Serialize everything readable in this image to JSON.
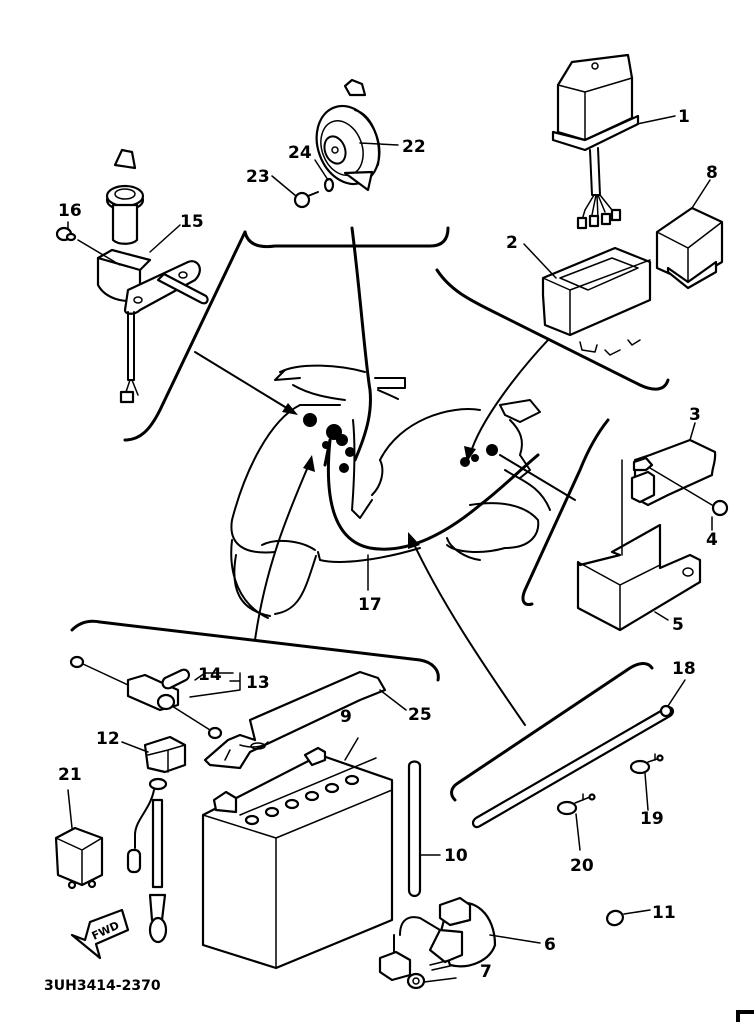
{
  "diagram": {
    "title": "Electrical parts exploded view",
    "drawing_code": "3UH3414-2370",
    "direction_marker": "FWD",
    "callouts": [
      {
        "number": "1",
        "part": "control-unit"
      },
      {
        "number": "2",
        "part": "unit-holder"
      },
      {
        "number": "3",
        "part": "starter-relay"
      },
      {
        "number": "4",
        "part": "screw"
      },
      {
        "number": "5",
        "part": "relay-bracket"
      },
      {
        "number": "6",
        "part": "rectifier-regulator"
      },
      {
        "number": "7",
        "part": "nut"
      },
      {
        "number": "8",
        "part": "relay"
      },
      {
        "number": "9",
        "part": "battery"
      },
      {
        "number": "10",
        "part": "breather-pipe"
      },
      {
        "number": "11",
        "part": "cap"
      },
      {
        "number": "12",
        "part": "fuse-holder"
      },
      {
        "number": "13",
        "part": "fuse-holder-assy"
      },
      {
        "number": "14",
        "part": "fuse"
      },
      {
        "number": "15",
        "part": "main-switch"
      },
      {
        "number": "16",
        "part": "bolt"
      },
      {
        "number": "17",
        "part": "wire-harness"
      },
      {
        "number": "18",
        "part": "band"
      },
      {
        "number": "19",
        "part": "clamp"
      },
      {
        "number": "20",
        "part": "clamp"
      },
      {
        "number": "21",
        "part": "flasher-relay"
      },
      {
        "number": "22",
        "part": "horn"
      },
      {
        "number": "23",
        "part": "bolt"
      },
      {
        "number": "24",
        "part": "washer"
      },
      {
        "number": "25",
        "part": "battery-band"
      }
    ]
  }
}
